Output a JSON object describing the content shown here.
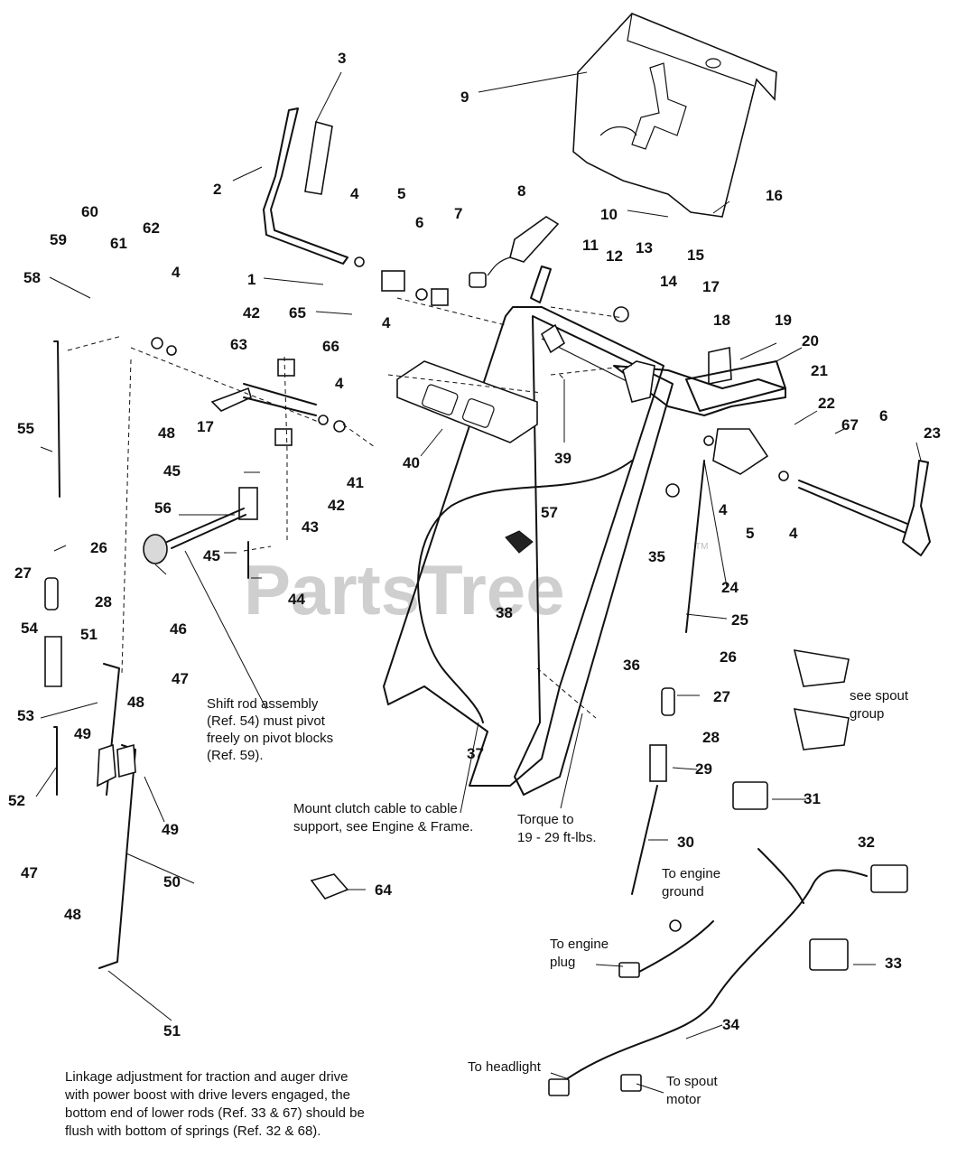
{
  "diagram": {
    "watermark": "PartsTree",
    "watermark_mark": "TM",
    "labels": {
      "1": "1",
      "2": "2",
      "3": "3",
      "4": "4",
      "5": "5",
      "6": "6",
      "7": "7",
      "8": "8",
      "9": "9",
      "10": "10",
      "11": "11",
      "12": "12",
      "13": "13",
      "14": "14",
      "15": "15",
      "16": "16",
      "17": "17",
      "18": "18",
      "19": "19",
      "20": "20",
      "21": "21",
      "22": "22",
      "23": "23",
      "24": "24",
      "25": "25",
      "26": "26",
      "27": "27",
      "28": "28",
      "29": "29",
      "30": "30",
      "31": "31",
      "32": "32",
      "33": "33",
      "34": "34",
      "35": "35",
      "36": "36",
      "37": "37",
      "38": "38",
      "39": "39",
      "40": "40",
      "41": "41",
      "42": "42",
      "43": "43",
      "44": "44",
      "45": "45",
      "46": "46",
      "47": "47",
      "48": "48",
      "49": "49",
      "50": "50",
      "51": "51",
      "52": "52",
      "53": "53",
      "54": "54",
      "55": "55",
      "56": "56",
      "57": "57",
      "58": "58",
      "59": "59",
      "60": "60",
      "61": "61",
      "62": "62",
      "63": "63",
      "64": "64",
      "65": "65",
      "66": "66",
      "67": "67"
    },
    "notes": {
      "shift_rod": [
        "Shift rod assembly",
        "(Ref. 54) must pivot",
        "freely on pivot blocks",
        "(Ref. 59)."
      ],
      "clutch_cable": [
        "Mount clutch cable to cable",
        "support, see Engine & Frame."
      ],
      "torque": [
        "Torque to",
        "19 - 29 ft-lbs."
      ],
      "spout_group": [
        "see spout",
        "group"
      ],
      "engine_ground": [
        "To engine",
        "ground"
      ],
      "engine_plug": [
        "To engine",
        "plug"
      ],
      "headlight": [
        "To headlight"
      ],
      "spout_motor": [
        "To spout",
        "motor"
      ],
      "linkage": [
        "Linkage adjustment for traction and auger drive",
        "with power boost  with drive levers engaged, the",
        "bottom end of lower rods (Ref. 33 & 67) should be",
        "flush with bottom of springs (Ref. 32 & 68)."
      ]
    }
  }
}
